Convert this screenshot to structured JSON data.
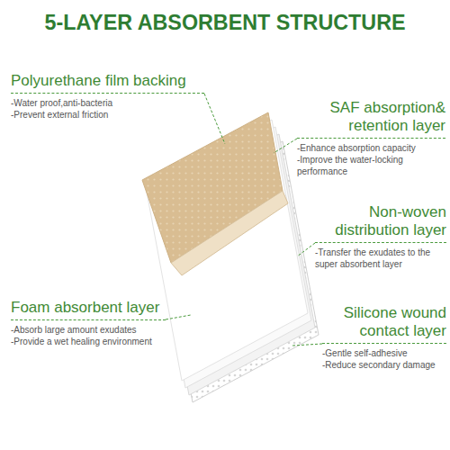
{
  "diagram": {
    "title": "5-LAYER ABSORBENT STRUCTURE",
    "labels": [
      "Polyurethane film backing",
      "-Water proof,anti-bacteria",
      "-Prevent external friction",
      "SAF absorption& retention layer",
      "-Enhance absorption capacity",
      "-Improve the water-locking performance",
      "Non-woven distribution layer",
      "-Transfer the exudates to the super absorbent layer",
      "Foam absorbent layer",
      "-Absorb large amount exudates",
      "-Provide a wet healing environment",
      "Silicone wound contact layer",
      "-Gentle self-adhesive",
      "-Reduce secondary damage"
    ]
  }
}
